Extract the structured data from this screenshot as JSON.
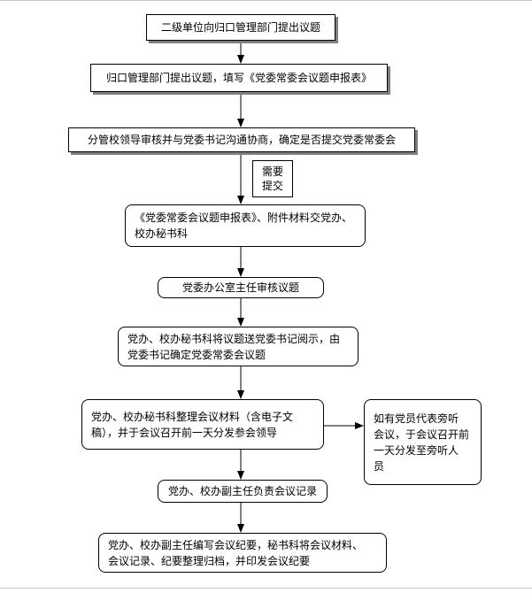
{
  "flow": {
    "step1": "二级单位向归口管理部门提出议题",
    "step2": "归口管理部门提出议题，填写《党委常委会议题申报表》",
    "step3": "分管校领导审核并与党委书记沟通协商，确定是否提交党委常委会",
    "note_submit_line1": "需要",
    "note_submit_line2": "提交",
    "step4_line1": "《党委常委会议题申报表》、附件材料交党办、",
    "step4_line2": "校办秘书科",
    "step5": "党委办公室主任审核议题",
    "step6_line1": "党办、校办秘书科将议题送党委书记阅示，由",
    "step6_line2": "党委书记确定党委常委会议题",
    "step7_line1": "党办、校办秘书科整理会议材料（含电子文",
    "step7_line2": "稿），并于会议召开前一天分发参会领导",
    "side_line1": "如有党员代表旁听",
    "side_line2": "会议，于会议召开前",
    "side_line3": "一天分发至旁听人",
    "side_line4": "员",
    "step8": "党办、校办副主任负责会议记录",
    "step9_line1": "党办、校办副主任编写会议纪要，秘书科将会议材料、",
    "step9_line2": "会议记录、纪要整理归档，并印发会议纪要"
  }
}
